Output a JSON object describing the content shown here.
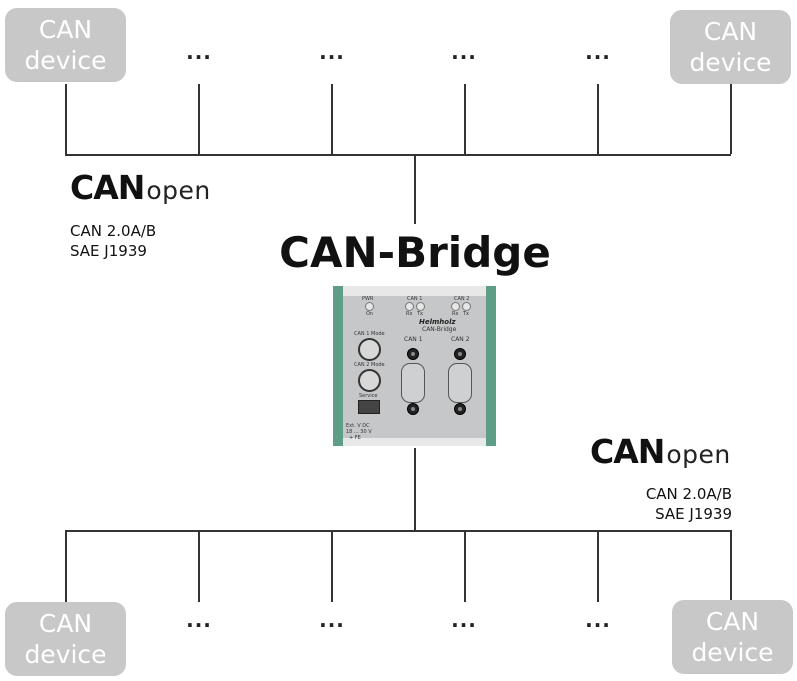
{
  "diagram": {
    "title": "CAN-Bridge",
    "top_bus": {
      "devices": [
        {
          "line1": "CAN",
          "line2": "device"
        },
        {
          "line1": "CAN",
          "line2": "device"
        }
      ],
      "ellipses": [
        "...",
        "...",
        "...",
        "..."
      ],
      "protocol_logo": {
        "bold": "CAN",
        "light": "open"
      },
      "protocols": [
        "CAN 2.0A/B",
        "SAE J1939"
      ]
    },
    "bottom_bus": {
      "devices": [
        {
          "line1": "CAN",
          "line2": "device"
        },
        {
          "line1": "CAN",
          "line2": "device"
        }
      ],
      "ellipses": [
        "...",
        "...",
        "...",
        "..."
      ],
      "protocol_logo": {
        "bold": "CAN",
        "light": "open"
      },
      "protocols": [
        "CAN 2.0A/B",
        "SAE J1939"
      ]
    },
    "module": {
      "brand": "Helmholz",
      "product": "CAN-Bridge",
      "led_groups": [
        {
          "label": "PWR",
          "leds": [
            "On"
          ]
        },
        {
          "label": "CAN 1",
          "leds": [
            "Rx",
            "Tx"
          ]
        },
        {
          "label": "CAN 2",
          "leds": [
            "Rx",
            "Tx"
          ]
        }
      ],
      "port_labels": [
        "CAN 1",
        "CAN 2"
      ],
      "switch_labels": [
        "CAN 1 Mode",
        "CAN 2 Mode"
      ],
      "service_label": "Service",
      "power_label": [
        "Ext. V DC",
        "18 ... 30 V",
        "+    FE"
      ]
    }
  }
}
